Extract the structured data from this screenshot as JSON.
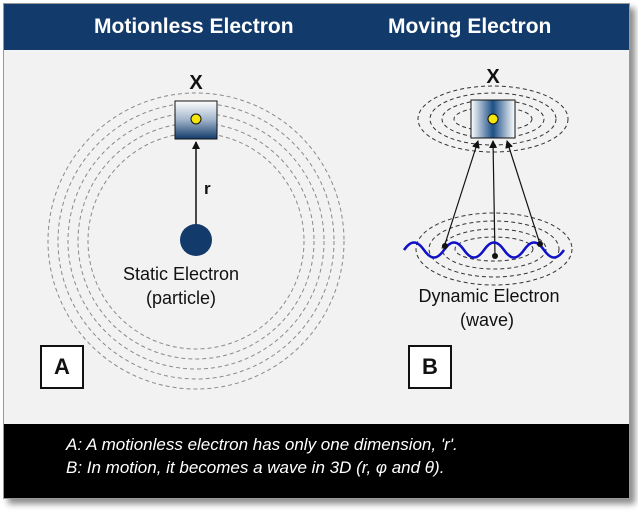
{
  "header": {
    "left_title": "Motionless Electron",
    "right_title": "Moving Electron"
  },
  "panel_a": {
    "target_label": "X",
    "distance_label": "r",
    "caption_line1": "Static Electron",
    "caption_line2": "(particle)",
    "box_label": "A"
  },
  "panel_b": {
    "target_label": "X",
    "caption_line1": "Dynamic Electron",
    "caption_line2": "(wave)",
    "box_label": "B"
  },
  "footer": {
    "line1": "A: A motionless electron has only one dimension, 'r'.",
    "line2": "B: In motion, it becomes a wave in 3D (r, φ and θ)."
  },
  "colors": {
    "header_bg": "#123a6b",
    "electron": "#123a6b",
    "wave": "#1010c8",
    "point": "#f5e60a",
    "footer_bg": "#000000"
  }
}
